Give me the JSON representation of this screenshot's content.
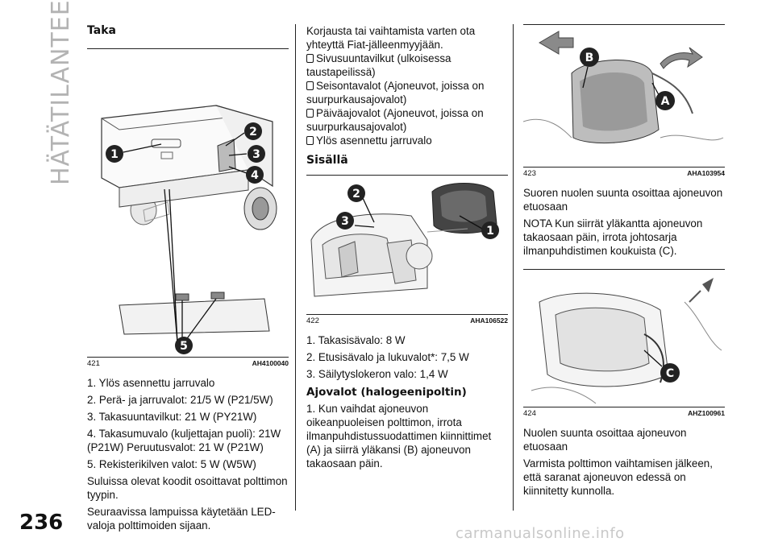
{
  "side_title": "HÄTÄTILANTEESSA",
  "page_number": "236",
  "watermark": "carmanualsonline.info",
  "col1": {
    "heading": "Taka",
    "figure": {
      "number": "421",
      "code": "AH4100040"
    },
    "callouts": [
      "1",
      "2",
      "3",
      "4",
      "5"
    ],
    "items": [
      "1. Ylös asennettu jarruvalo",
      "2. Perä- ja jarruvalot: 21/5 W (P21/5W)",
      "3. Takasuuntavilkut: 21 W (PY21W)",
      "4. Takasumuvalo (kuljettajan puoli): 21W (P21W) Peruutusvalot: 21 W (P21W)",
      "5. Rekisterikilven valot: 5 W (W5W)"
    ],
    "para1": "Suluissa olevat koodit osoittavat polttimon tyypin.",
    "para2": "Seuraavissa lampuissa käytetään LED-valoja polttimoiden sijaan."
  },
  "col2": {
    "intro": "Korjausta tai vaihtamista varten ota yhteyttä Fiat-jälleenmyyjään.",
    "bullets": [
      "Sivusuuntavilkut (ulkoisessa taustapeilissä)",
      "Seisontavalot (Ajoneuvot, joissa on suurpurkausajovalot)",
      "Päiväajovalot (Ajoneuvot, joissa on suurpurkausajovalot)",
      "Ylös asennettu jarruvalo"
    ],
    "heading": "Sisällä",
    "figure": {
      "number": "422",
      "code": "AHA106522"
    },
    "callouts": [
      "2",
      "3",
      "1"
    ],
    "items": [
      "1. Takasisävalo: 8 W",
      "2. Etusisävalo ja lukuvalot*: 7,5 W",
      "3. Säilytyslokeron valo: 1,4 W"
    ],
    "heading2": "Ajovalot (halogeenipoltin)",
    "para": "1. Kun vaihdat ajoneuvon oikeanpuoleisen polttimon, irrota ilmanpuhdistussuodattimen kiinnittimet (A) ja siirrä yläkansi (B) ajoneuvon takaosaan päin."
  },
  "col3": {
    "figure1": {
      "number": "423",
      "code": "AHA103954"
    },
    "callouts1": [
      "B",
      "A"
    ],
    "para1": "Suoren nuolen suunta osoittaa ajoneuvon etuosaan",
    "para2": "NOTA  Kun siirrät yläkantta ajoneuvon takaosaan päin, irrota johtosarja ilmanpuhdistimen koukuista (C).",
    "figure2": {
      "number": "424",
      "code": "AHZ100961"
    },
    "callouts2": [
      "C"
    ],
    "para3": "Nuolen suunta osoittaa ajoneuvon etuosaan",
    "para4": "Varmista polttimon vaihtamisen jälkeen, että saranat ajoneuvon edessä on kiinnitetty kunnolla."
  }
}
